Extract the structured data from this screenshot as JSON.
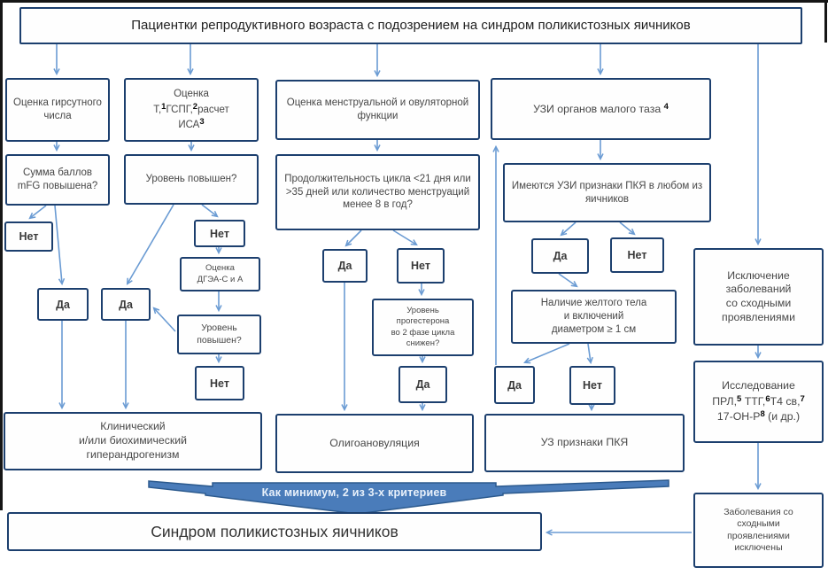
{
  "title": "Пациентки репродуктивного возраста с подозрением на синдром поликистозных яичников",
  "banner": {
    "label": "Как минимум, 2 из 3-х критериев"
  },
  "final_diagnosis": "Синдром поликистозных яичников",
  "colors": {
    "border": "#1c3f6e",
    "arrow": "#6a9bd3",
    "banner": "#4a7cba",
    "bannerStroke": "#2c5a8e"
  },
  "nodes": {
    "a1": "Оценка гирсутного числа",
    "a2": "Сумма баллов mFG повышена?",
    "a3": "Нет",
    "a4": "Да",
    "b1": "Оценка\nТ,^1ГСПГ,^2расчет\nИСА^3",
    "b2": "Уровень повышен?",
    "b3": "Нет",
    "b4": "Да",
    "b5": "Оценка\nДГЭА-С и А",
    "b6": "Уровень\nповышен?",
    "b7": "Нет",
    "c1": "Оценка менструальной  и овуляторной  функции",
    "c2": "Продолжительность цикла <21 дня или >35 дней или количество менструаций менее 8 в год?",
    "c3": "Да",
    "c4": "Нет",
    "c5": "Уровень\nпрогестерона\nво 2 фазе цикла\nснижен?",
    "c6": "Да",
    "d1": "УЗИ органов малого таза ^4",
    "d2": "Имеются УЗИ признаки ПКЯ в любом из  яичников",
    "d3": "Да",
    "d4": "Нет",
    "d5": "Наличие  желтого тела\nи включений\nдиаметром ≥ 1 см",
    "d6": "Да",
    "d7": "Нет",
    "e1": "Исключение\nзаболеваний\nсо сходными\nпроявлениями",
    "e2": "Исследование\nПРЛ,^5 ТТГ,^6Т4 св,^7\n17-ОН-Р^8 (и др.)",
    "e3": "Заболевания  со\nсходными\nпроявлениями\nисключены",
    "f1": "Клинический\nи/или биохимический\nгиперандрогенизм",
    "f2": "Олигоановуляция",
    "f3": "УЗ признаки ПКЯ"
  }
}
